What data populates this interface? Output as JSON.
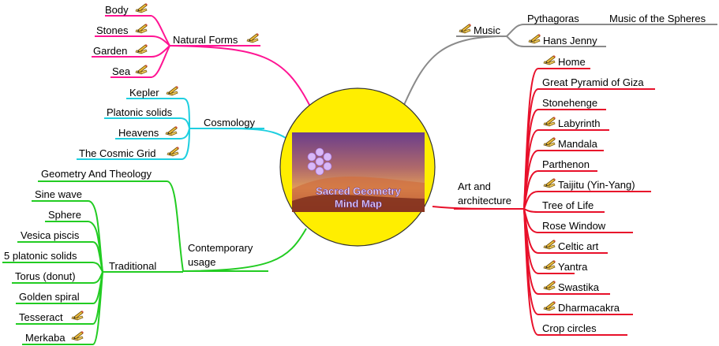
{
  "center": {
    "title_line1": "Sacred Geometry",
    "title_line2": "Mind Map",
    "circle_color": "#ffee00"
  },
  "branches": {
    "natural_forms": {
      "label": "Natural Forms",
      "color": "#ff1493",
      "children": [
        "Body",
        "Stones",
        "Garden",
        "Sea"
      ]
    },
    "cosmology": {
      "label": "Cosmology",
      "color": "#1ecfe0",
      "children": [
        "Kepler",
        "Platonic solids",
        "Heavens",
        "The Cosmic Grid"
      ]
    },
    "contemporary": {
      "label_line1": "Contemporary",
      "label_line2": "usage",
      "color": "#22cc22",
      "child_top": "Geometry And Theology",
      "traditional_label": "Traditional",
      "traditional_children": [
        "Sine wave",
        "Sphere",
        "Vesica piscis",
        "5 platonic solids",
        "Torus (donut)",
        "Golden spiral",
        "Tesseract",
        "Merkaba"
      ]
    },
    "music": {
      "label": "Music",
      "color": "#8a8a8a",
      "children": [
        "Pythagoras",
        "Hans Jenny"
      ],
      "grandchild": "Music of the Spheres"
    },
    "art": {
      "label_line1": "Art and",
      "label_line2": "architecture",
      "color": "#e8102a",
      "children": [
        "Home",
        "Great Pyramid of Giza",
        "Stonehenge",
        "Labyrinth",
        "Mandala",
        "Parthenon",
        "Taijitu (Yin-Yang)",
        "Tree of Life",
        "Rose Window",
        "Celtic art",
        "Yantra",
        "Swastika",
        "Dharmacakra",
        "Crop circles"
      ]
    }
  },
  "icons": {
    "link_icon": "pencil-note-icon"
  }
}
